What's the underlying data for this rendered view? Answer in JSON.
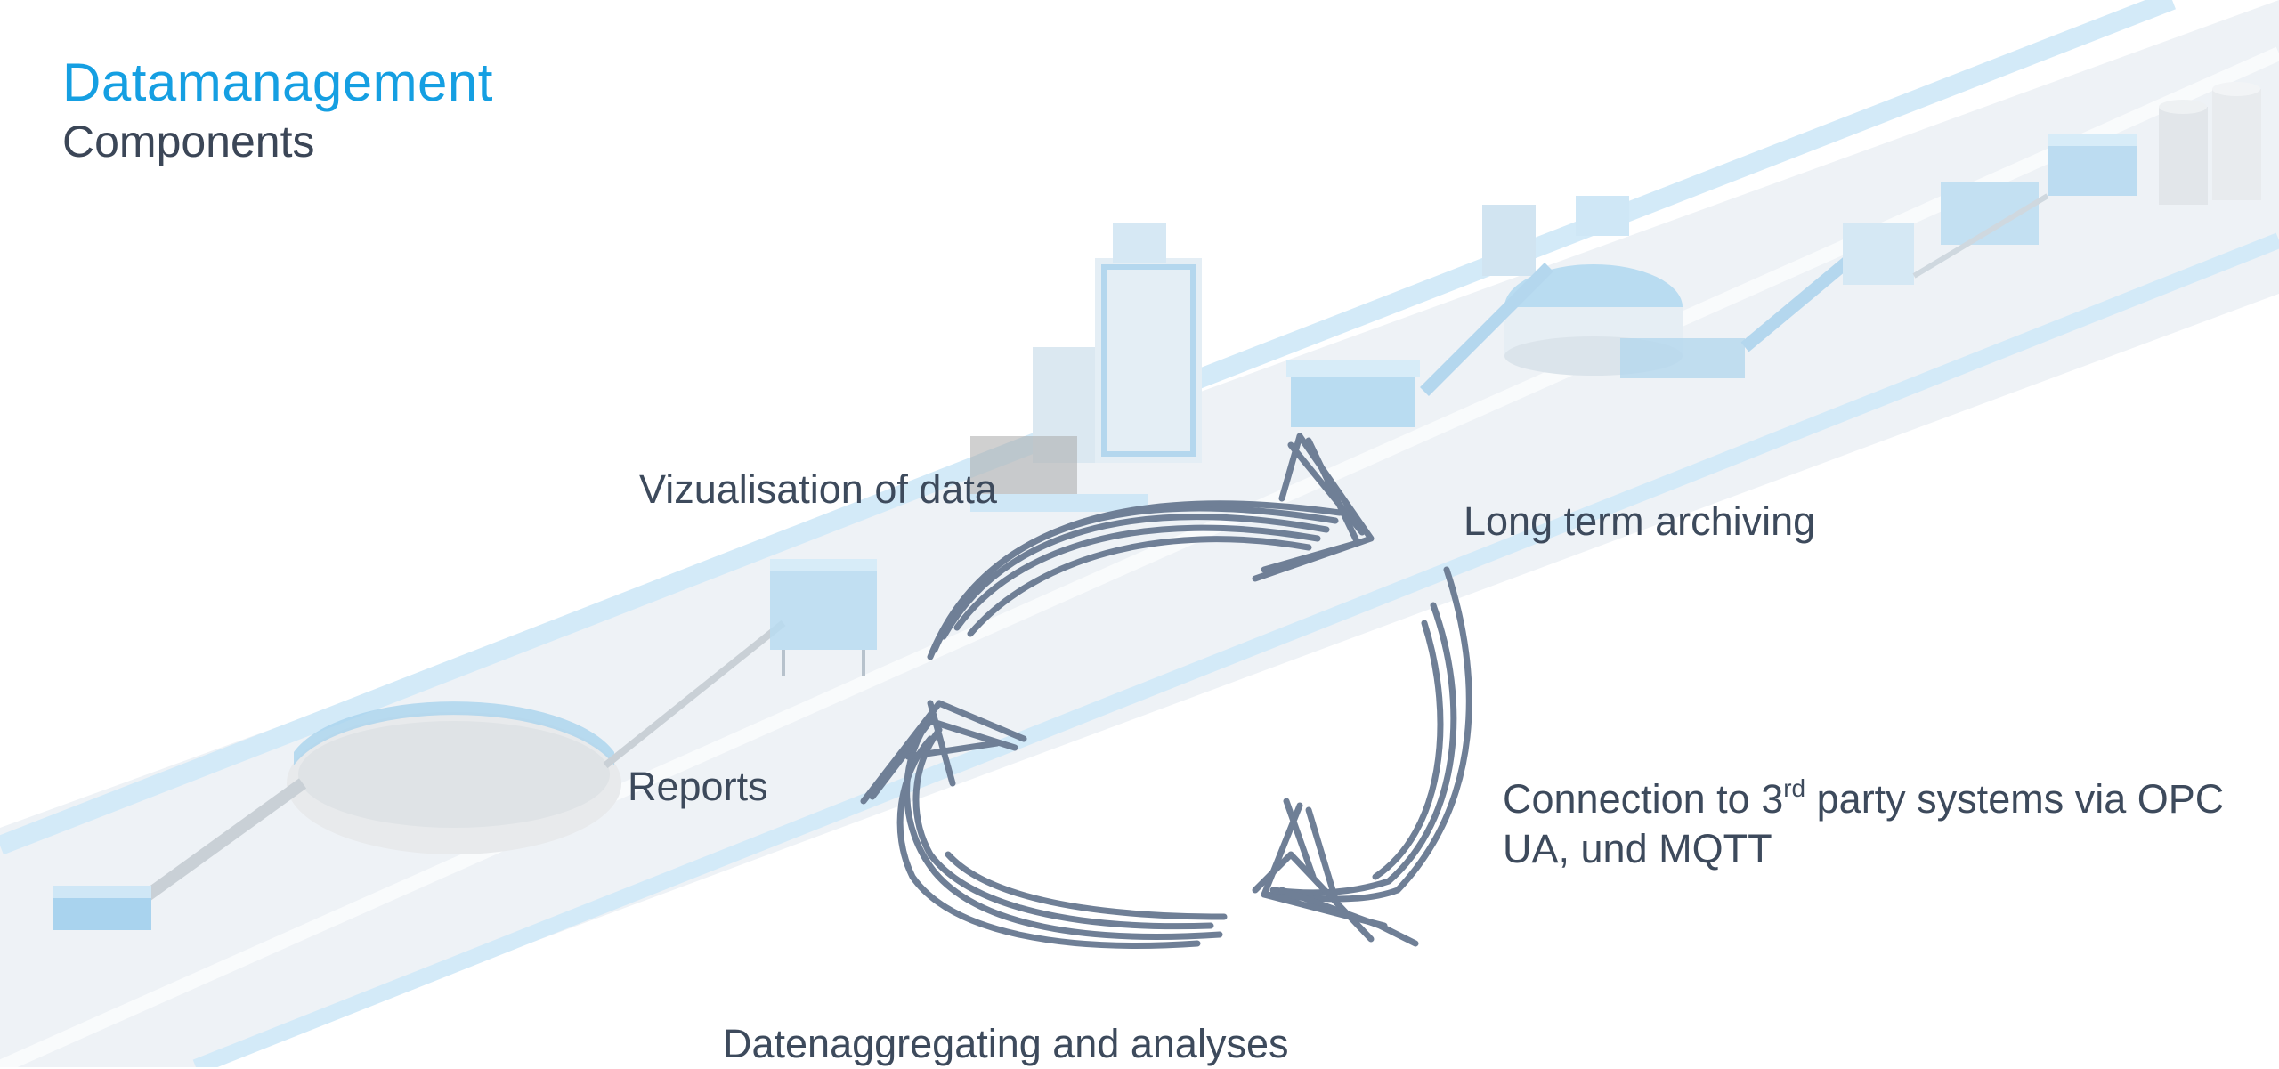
{
  "header": {
    "title": "Datamanagement",
    "subtitle": "Components"
  },
  "cycle": {
    "labels": {
      "visualisation": "Vizualisation of data",
      "archiving": "Long term archiving",
      "reports": "Reports",
      "connection_prefix": "Connection to 3",
      "connection_superscript": "rd",
      "connection_suffix": " party systems via OPC UA, und MQTT",
      "aggregation": "Datenaggregating and analyses"
    },
    "arrow_color": "#6f7f96"
  },
  "colors": {
    "title": "#159fe2",
    "band": "#cfe7f6",
    "equipment": "#a9d3ee"
  }
}
